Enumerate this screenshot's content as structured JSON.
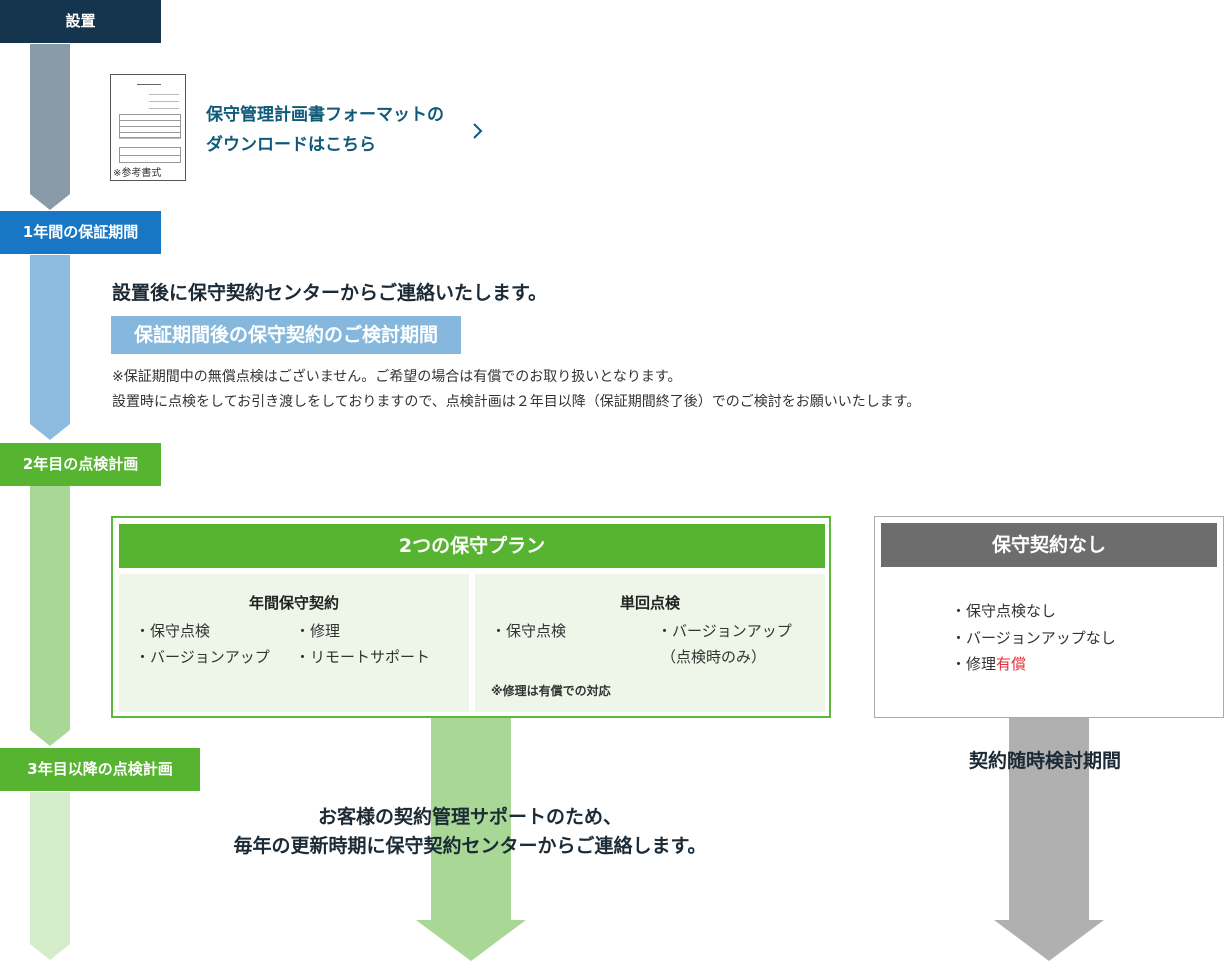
{
  "stages": {
    "install": {
      "label": "設置",
      "color": "#15354f"
    },
    "warranty": {
      "label": "1年間の保証期間",
      "color": "#1877c5"
    },
    "year2": {
      "label": "2年目の点検計画",
      "color": "#56b431"
    },
    "year3": {
      "label": "3年目以降の点検計画",
      "color": "#56b431"
    }
  },
  "download": {
    "line1": "保守管理計画書フォーマットの",
    "line2": "ダウンロードはこちら",
    "thumb_caption": "※参考書式",
    "icon": "chevron-right-icon"
  },
  "warranty_section": {
    "heading": "設置後に保守契約センターからご連絡いたします。",
    "pill": "保証期間後の保守契約のご検討期間",
    "note1": "※保証期間中の無償点検はございません。ご希望の場合は有償でのお取り扱いとなります。",
    "note2": "設置時に点検をしてお引き渡しをしておりますので、点検計画は２年目以降（保証期間終了後）でのご検討をお願いいたします。"
  },
  "plans": {
    "title": "2つの保守プラン",
    "annual": {
      "title": "年間保守契約",
      "items": [
        "・保守点検",
        "・修理",
        "・バージョンアップ",
        "・リモートサポート"
      ]
    },
    "single": {
      "title": "単回点検",
      "items": [
        "・保守点検",
        "・バージョンアップ",
        "（点検時のみ）"
      ],
      "note": "※修理は有償での対応"
    }
  },
  "no_contract": {
    "title": "保守契約なし",
    "items": [
      "・保守点検なし",
      "・バージョンアップなし"
    ],
    "repair_prefix": "・修理",
    "repair_paid": "有償",
    "period": "契約随時検討期間"
  },
  "bottom": {
    "line1": "お客様の契約管理サポートのため、",
    "line2": "毎年の更新時期に保守契約センターからご連絡します。"
  },
  "colors": {
    "arrow_install": "#8a9ba8",
    "arrow_warranty": "#8dbbe0",
    "arrow_year2": "#a9d896",
    "arrow_year3": "#d4ecc9",
    "arrow_plan": "#a9d896",
    "arrow_none": "#b0b0b0",
    "accent_red": "#e0323a"
  }
}
